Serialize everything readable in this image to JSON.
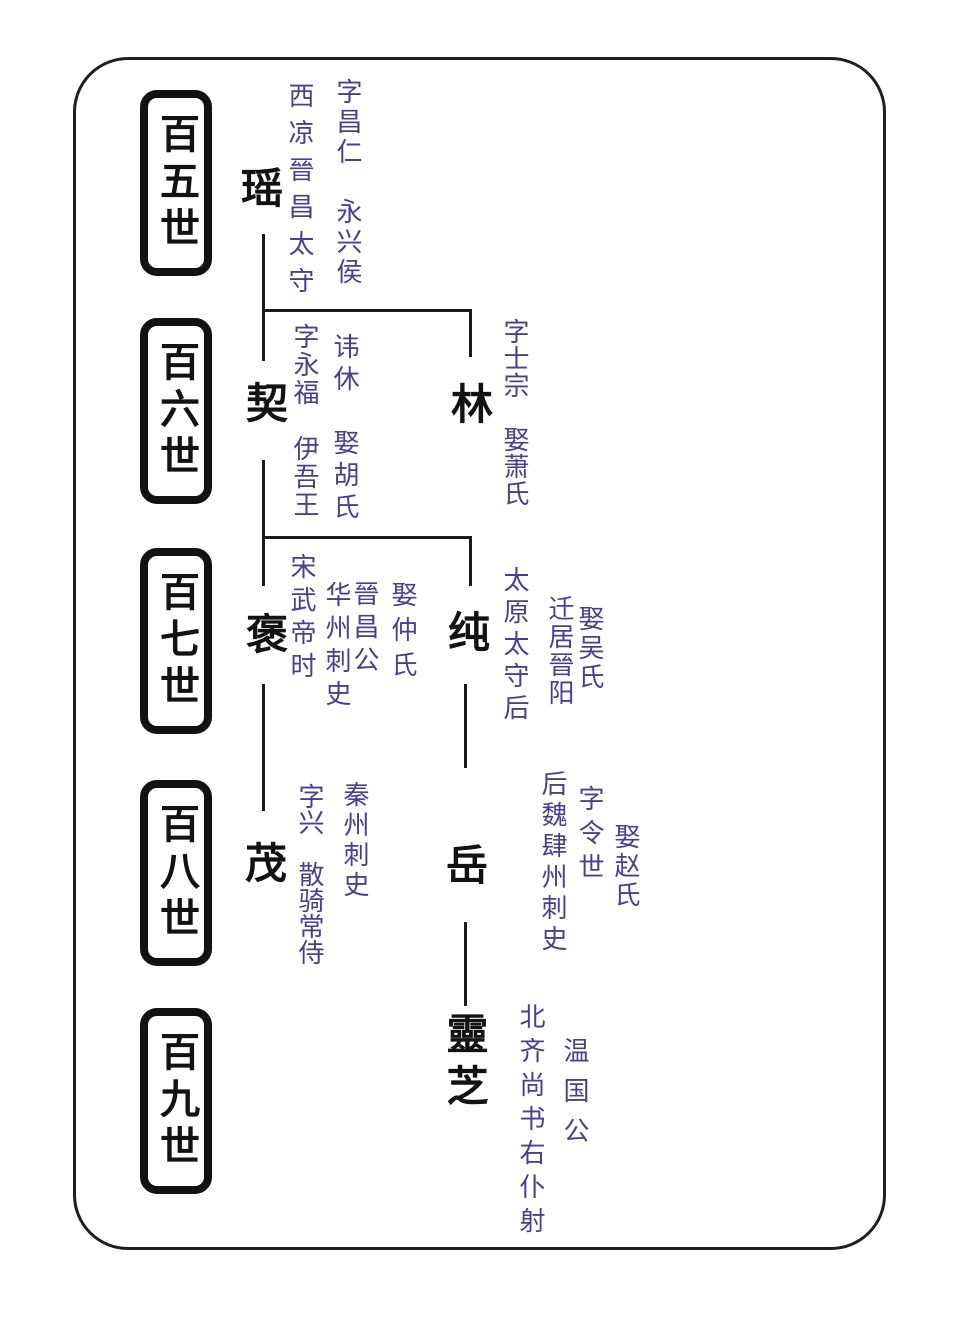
{
  "palette": {
    "ink": "#1a1a1a",
    "annotation_purple": "#4b3e92",
    "card_background": "#ffffff"
  },
  "generation_labels": [
    "百五世",
    "百六世",
    "百七世",
    "百八世",
    "百九世"
  ],
  "tree": {
    "yao": {
      "name": "瑶",
      "ann_titles": "西凉晉昌太守",
      "ann_courtesy": "字昌仁　永兴侯"
    },
    "qi": {
      "name": "契",
      "ann_courtesy": "字永福　伊吾王",
      "ann_spouse": "讳休　娶胡氏"
    },
    "lin": {
      "name": "林",
      "ann_courtesy": "字士宗　娶萧氏"
    },
    "bao": {
      "name": "褒",
      "ann_era": "宋武帝时",
      "ann_office": "华州刺史",
      "ann_title": "晉昌公",
      "ann_spouse": "娶仲氏"
    },
    "chun": {
      "name": "纯",
      "ann_office": "太原太守后",
      "ann_move": "迁居晉阳",
      "ann_spouse": "娶吴氏"
    },
    "mao": {
      "name": "茂",
      "ann_courtesy": "字兴　散骑常侍",
      "ann_office": "秦州刺史"
    },
    "yue": {
      "name": "岳",
      "ann_office": "后魏肆州刺史",
      "ann_courtesy": "字令世",
      "ann_spouse": "娶赵氏"
    },
    "lingzhi": {
      "name": "靈芝",
      "ann_office": "北齐尚书右仆射",
      "ann_title": "温国公"
    }
  }
}
